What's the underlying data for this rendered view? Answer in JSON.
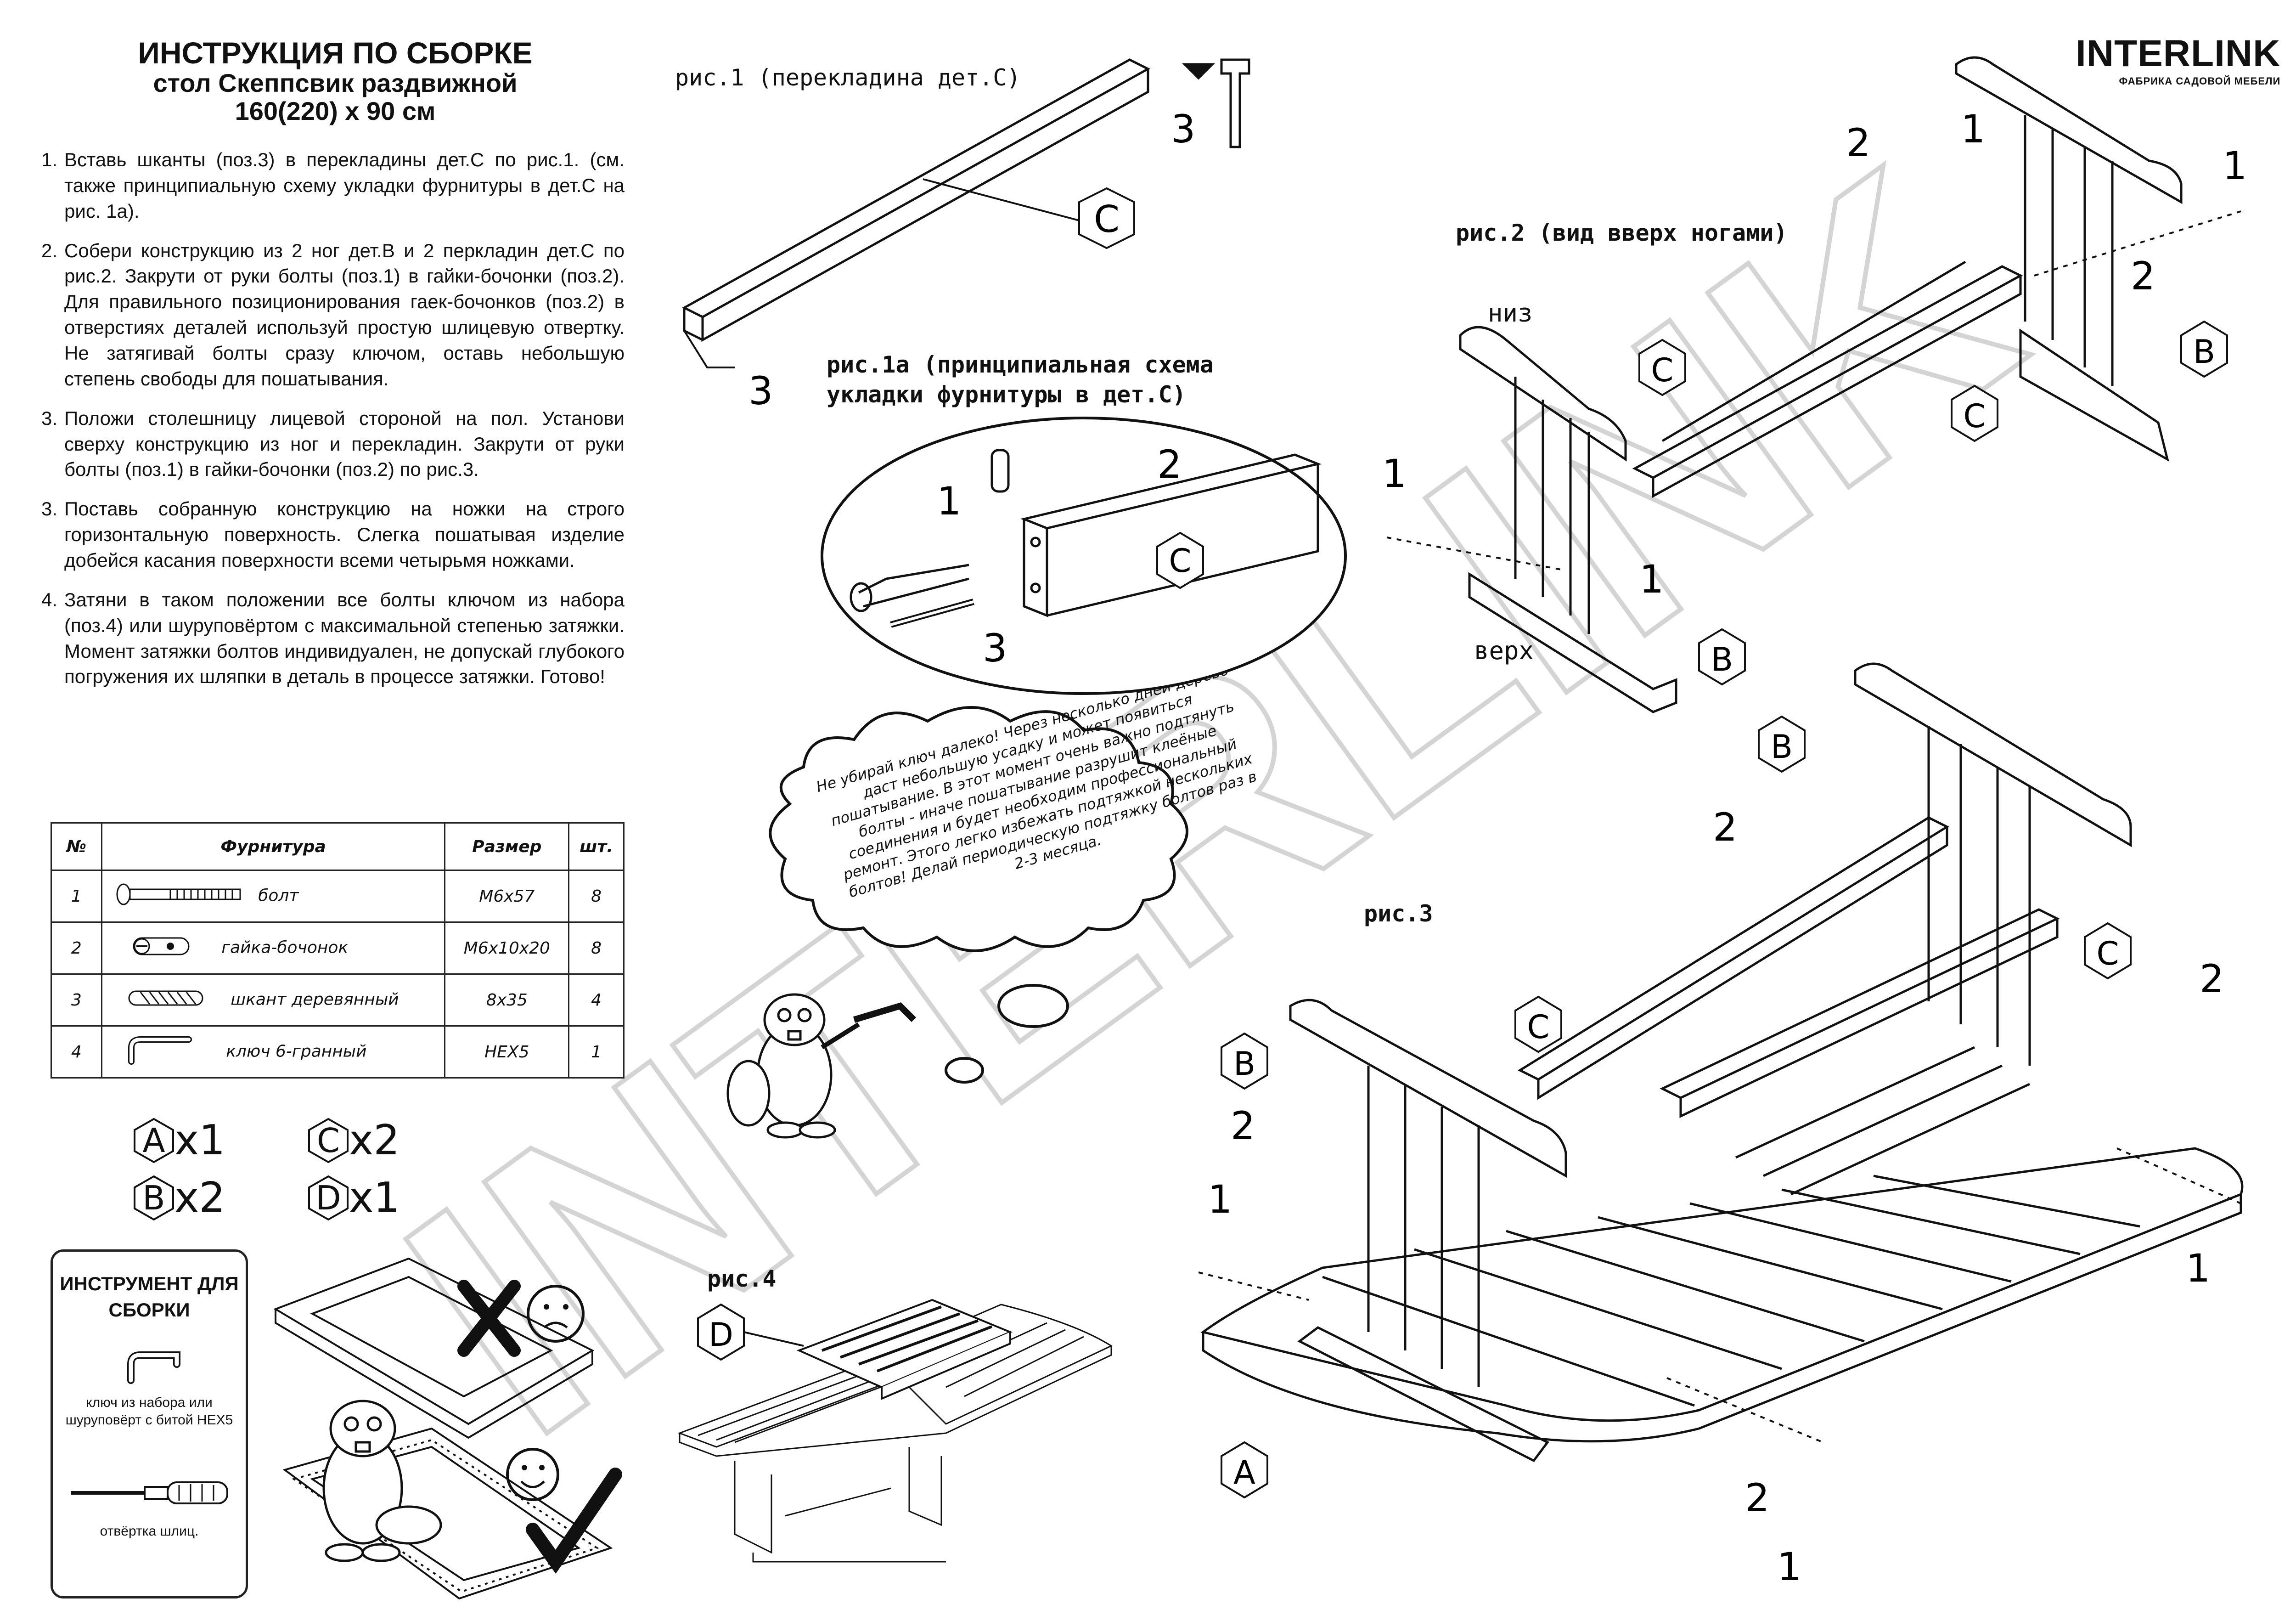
{
  "header": {
    "title": "ИНСТРУКЦИЯ ПО СБОРКЕ",
    "subtitle": "стол Скеппсвик раздвижной",
    "size": "160(220) х 90 см"
  },
  "brand": {
    "name": "INTERLINK",
    "tagline": "ФАБРИКА САДОВОЙ МЕБЕЛИ",
    "watermark": "INTERLINK"
  },
  "steps": [
    {
      "num": "1.",
      "text": "Вставь шканты (поз.3) в перекладины дет.С по рис.1. (см. также принципиальную схему укладки фурнитуры в дет.С на рис. 1а)."
    },
    {
      "num": "2.",
      "text": "Собери конструкцию из 2 ног дет.В и 2 перкладин дет.С по рис.2. Закрути от руки болты (поз.1) в гайки-бочонки (поз.2). Для правильного позиционирования гаек-бочонков (поз.2) в отверстиях деталей используй простую шлицевую отвертку. Не затягивай болты сразу ключом, оставь небольшую степень свободы для пошатывания."
    },
    {
      "num": "3.",
      "text": "Положи столешницу лицевой стороной на пол. Установи сверху конструкцию из ног и перекладин. Закрути от руки болты (поз.1) в гайки-бочонки (поз.2) по рис.3."
    },
    {
      "num": "3.",
      "text": "Поставь собранную конструкцию на ножки на строго горизонтальную поверхность. Слегка пошатывая изделие добейся касания поверхности всеми четырьмя ножками."
    },
    {
      "num": "4.",
      "text": "Затяни в таком положении все болты ключом из набора (поз.4) или шуруповёртом с максимальной степенью затяжки. Момент затяжки болтов индивидуален, не допускай глубокого погружения их шляпки в деталь в процессе затяжки. Готово!"
    }
  ],
  "parts_table": {
    "headers": [
      "№",
      "Фурнитура",
      "Размер",
      "шт."
    ],
    "rows": [
      {
        "no": "1",
        "icon": "bolt-icon",
        "name": "болт",
        "size": "М6х57",
        "qty": "8"
      },
      {
        "no": "2",
        "icon": "barrel-nut-icon",
        "name": "гайка-бочонок",
        "size": "М6х10х20",
        "qty": "8"
      },
      {
        "no": "3",
        "icon": "wood-dowel-icon",
        "name": "шкант деревянный",
        "size": "8х35",
        "qty": "4"
      },
      {
        "no": "4",
        "icon": "hex-key-icon",
        "name": "ключ 6-гранный",
        "size": "HEX5",
        "qty": "1"
      }
    ]
  },
  "part_counts": [
    {
      "letter": "A",
      "qty": "x1"
    },
    {
      "letter": "C",
      "qty": "x2"
    },
    {
      "letter": "B",
      "qty": "x2"
    },
    {
      "letter": "D",
      "qty": "x1"
    }
  ],
  "tools": {
    "title": "ИНСТРУМЕНТ ДЛЯ СБОРКИ",
    "key_text": "ключ из набора или шуруповёрт с битой HEX5",
    "screwdriver_text": "отвёртка шлиц."
  },
  "figures": {
    "fig1": "рис.1 (перекладина дет.С)",
    "fig1a_line1": "рис.1а (принципиальная схема",
    "fig1a_line2": "укладки фурнитуры в дет.С)",
    "fig2": "рис.2 (вид вверх ногами)",
    "fig2_bottom": "низ",
    "fig2_top": "верх",
    "fig3": "рис.3",
    "fig4": "рис.4"
  },
  "beaver_tip": "Не убирай ключ далеко! Через несколько дней дерево даст небольшую усадку и может появиться пошатывание. В этот момент очень важно подтянуть болты - иначе пошатывание разрушит клеёные соединения и будет необходим профессиональный ремонт. Этого легко избежать подтяжкой нескольких болтов! Делай периодическую подтяжку болтов раз в 2-3 месяца.",
  "callouts": {
    "one": "1",
    "two": "2",
    "three": "3",
    "A": "A",
    "B": "B",
    "C": "C",
    "D": "D"
  },
  "colors": {
    "ink": "#111111",
    "paper": "#ffffff",
    "watermark": "#e6e6e6"
  }
}
